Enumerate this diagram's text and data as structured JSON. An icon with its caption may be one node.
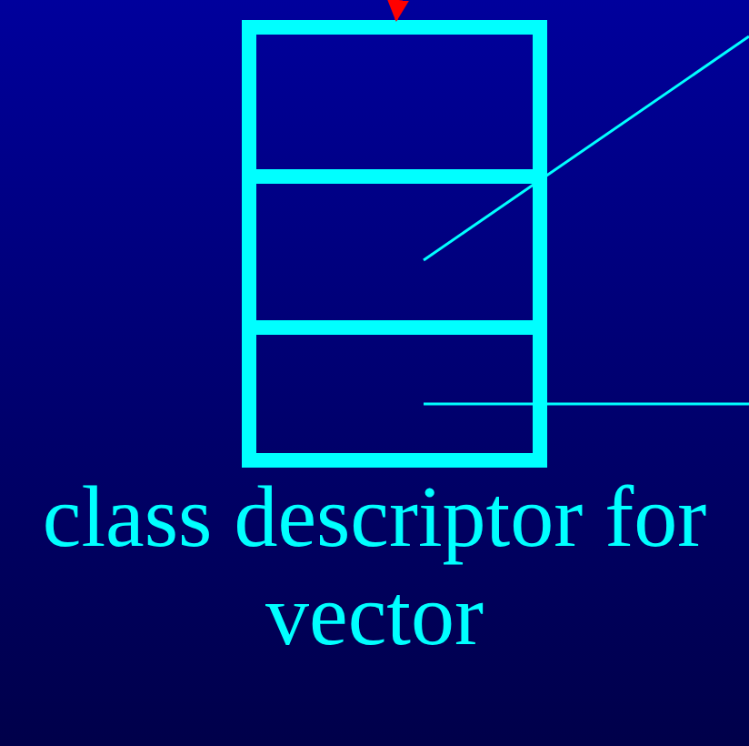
{
  "diagram": {
    "nodes": [
      {
        "text": [],
        "shape": "box"
      },
      {
        "text": [],
        "shape": "box"
      },
      {
        "text": [],
        "shape": "box"
      }
    ],
    "edges": [
      {
        "from": null,
        "to": 0,
        "arrow": "to",
        "color": "#ff0000"
      },
      {
        "from": 1,
        "to": null,
        "arrow": "none",
        "color": "#00ffff"
      },
      {
        "from": 2,
        "to": null,
        "arrow": "none",
        "color": "#00ffff"
      }
    ],
    "labels": [
      "class descriptor for vector"
    ]
  }
}
